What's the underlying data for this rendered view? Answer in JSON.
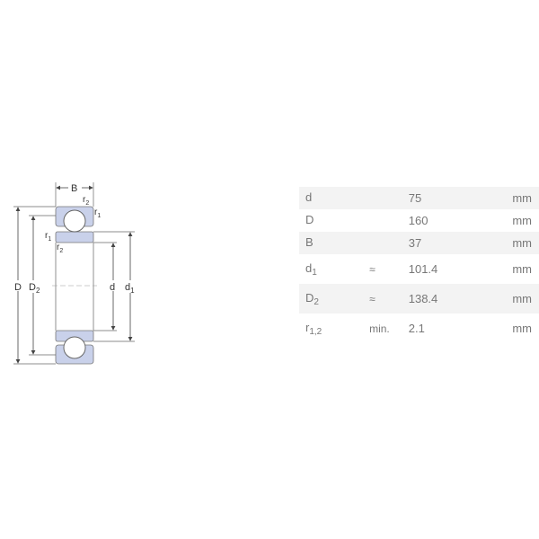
{
  "diagram": {
    "labels": {
      "B": "B",
      "D": "D",
      "D2_main": "D",
      "D2_sub": "2",
      "d": "d",
      "d1_main": "d",
      "d1_sub": "1",
      "r1": "r",
      "r1_sub": "1",
      "r2": "r",
      "r2_sub": "2"
    }
  },
  "rows": [
    {
      "symbol": "d",
      "sub": "",
      "qualifier": "",
      "value": "75",
      "unit": "mm"
    },
    {
      "symbol": "D",
      "sub": "",
      "qualifier": "",
      "value": "160",
      "unit": "mm"
    },
    {
      "symbol": "B",
      "sub": "",
      "qualifier": "",
      "value": "37",
      "unit": "mm"
    },
    {
      "symbol": "d",
      "sub": "1",
      "qualifier": "≈",
      "value": "101.4",
      "unit": "mm"
    },
    {
      "symbol": "D",
      "sub": "2",
      "qualifier": "≈",
      "value": "138.4",
      "unit": "mm"
    },
    {
      "symbol": "r",
      "sub": "1,2",
      "qualifier": "min.",
      "value": "2.1",
      "unit": "mm"
    }
  ],
  "colors": {
    "ring": "#c9d1ea",
    "line": "#555555"
  }
}
